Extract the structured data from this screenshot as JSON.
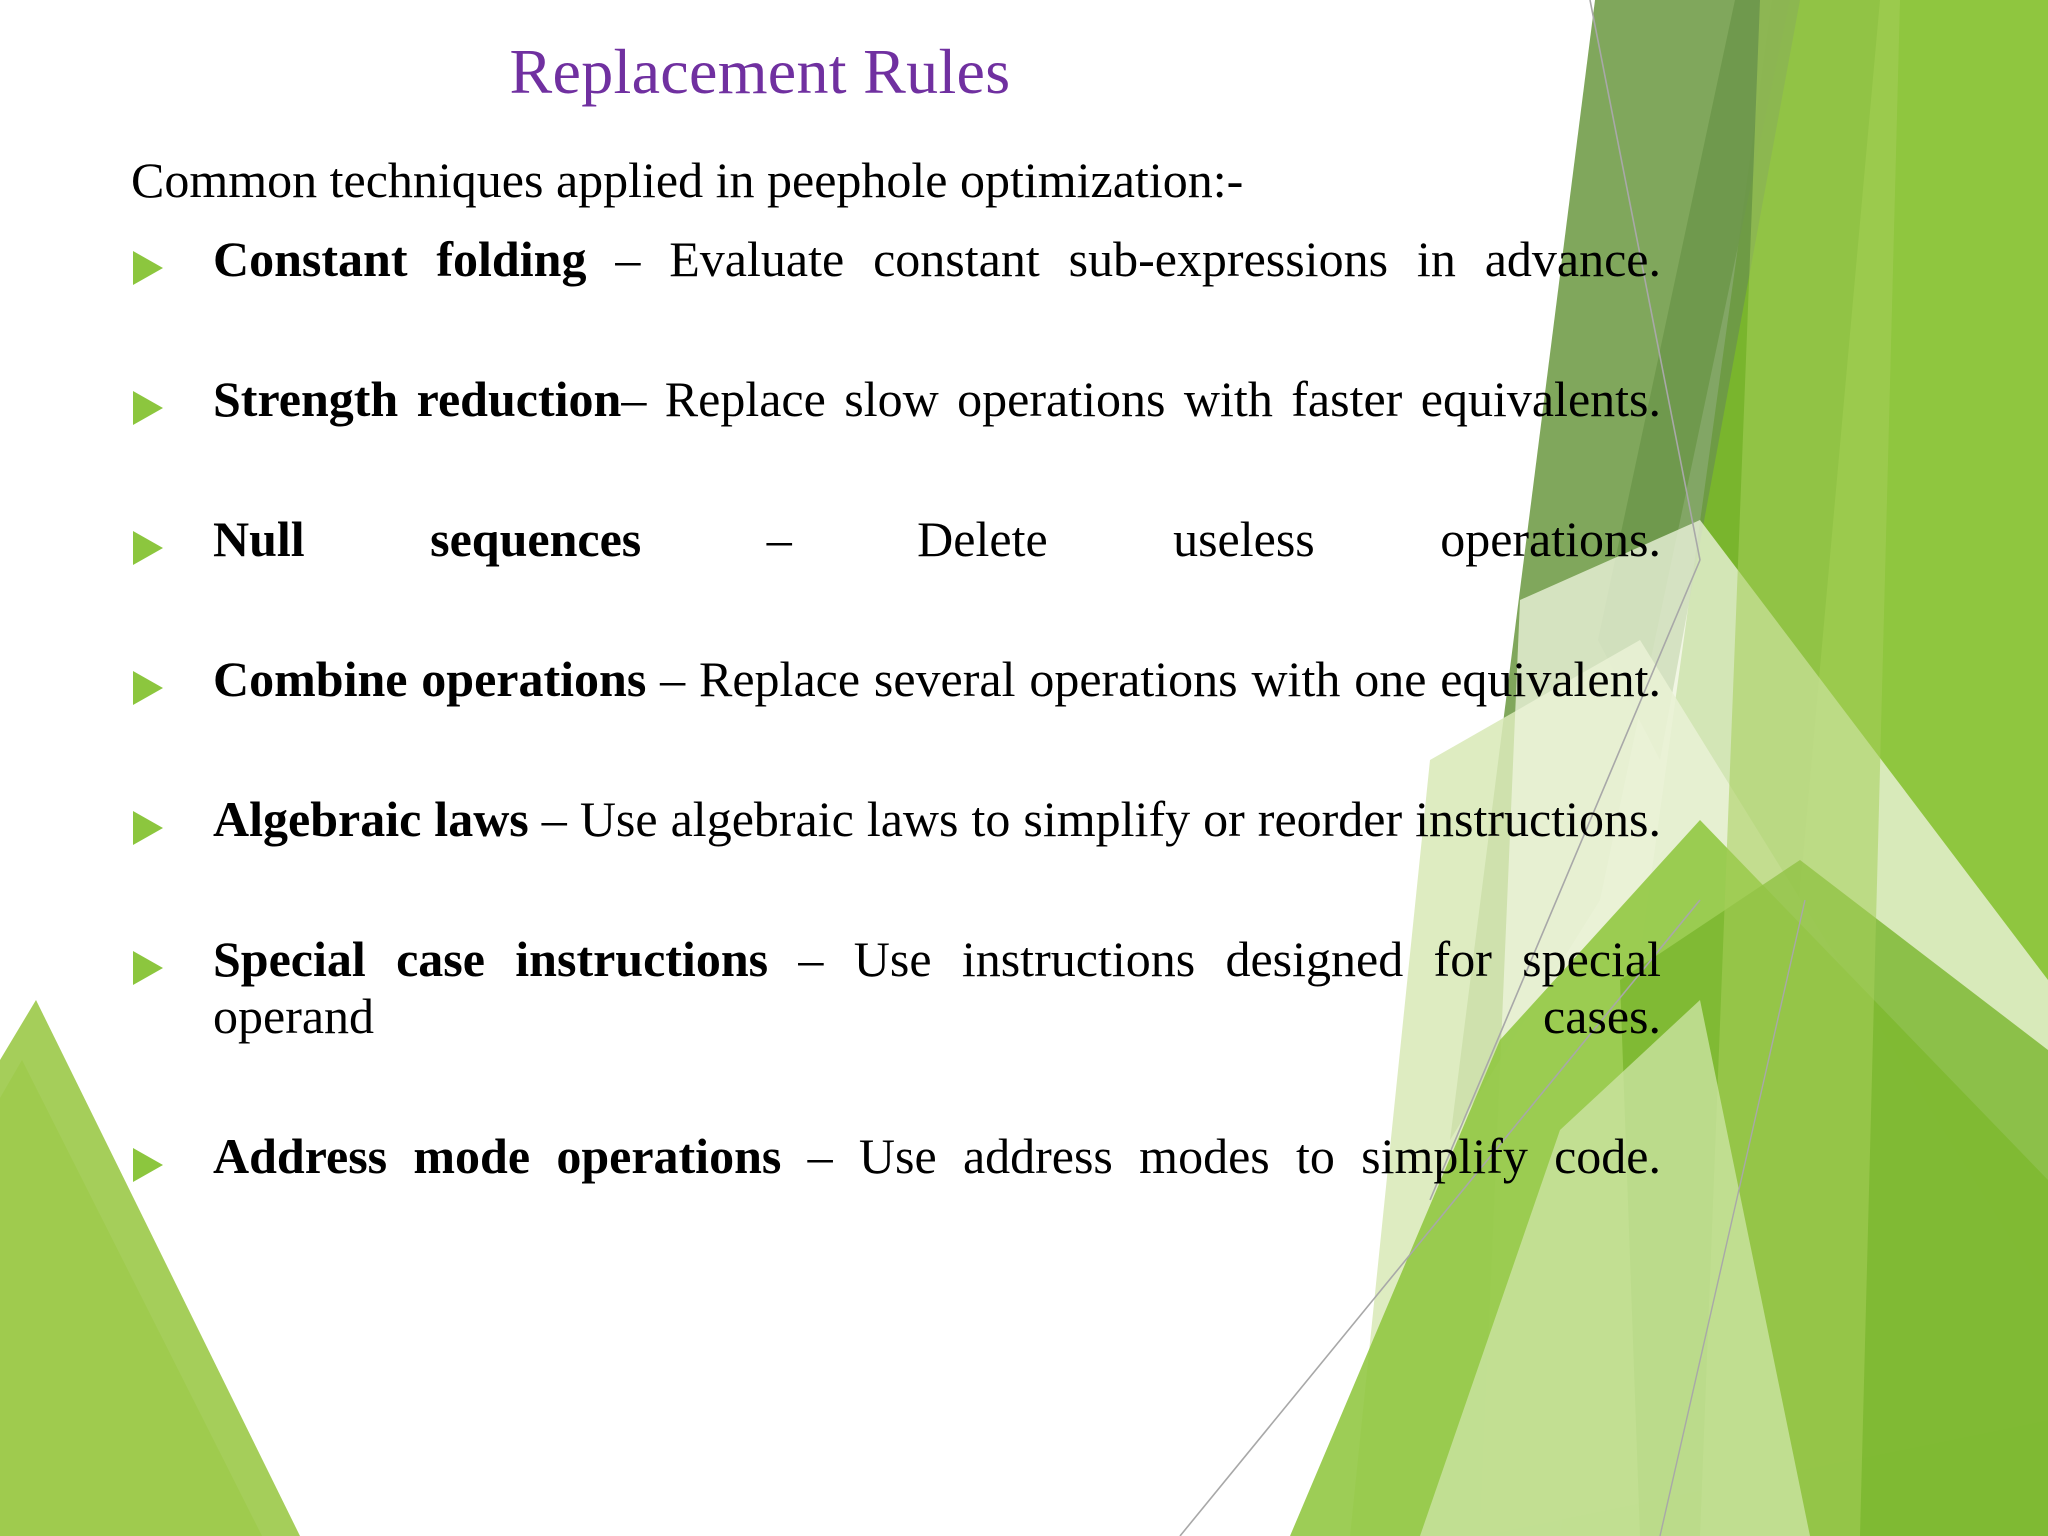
{
  "slide": {
    "title": "Replacement Rules",
    "intro": "Common techniques applied in peephole optimization:-",
    "bullets": [
      {
        "lead": "Constant folding",
        "rest": " – Evaluate constant sub-expressions in advance."
      },
      {
        "lead": "Strength reduction",
        "rest": "– Replace slow operations with faster equivalents."
      },
      {
        "lead": "Null sequences",
        "rest": " – Delete useless operations."
      },
      {
        "lead": "Combine operations",
        "rest": " – Replace several operations with one equivalent."
      },
      {
        "lead": "Algebraic laws",
        "rest": " – Use algebraic laws to simplify or reorder instructions."
      },
      {
        "lead": "Special case instructions",
        "rest": " – Use instructions designed for special operand cases."
      },
      {
        "lead": "Address mode operations",
        "rest": " – Use address modes to simplify code."
      }
    ]
  },
  "icons": {
    "bullet": "triangle-right-icon",
    "decoration": "green-polygon-decoration"
  },
  "colors": {
    "title": "#7030A0",
    "body_text": "#000000",
    "bullet_marker": "#8CC63E",
    "background": "#FFFFFF",
    "deco_sage": "#75A04E",
    "deco_mid_green": "#79B52D",
    "deco_bright_green": "#8FC63F",
    "deco_light_green": "#A5CE5A",
    "deco_pale_green": "#D9E9B8",
    "deco_very_pale": "#EDF4DC",
    "deco_hairline": "#A8A8A8"
  }
}
